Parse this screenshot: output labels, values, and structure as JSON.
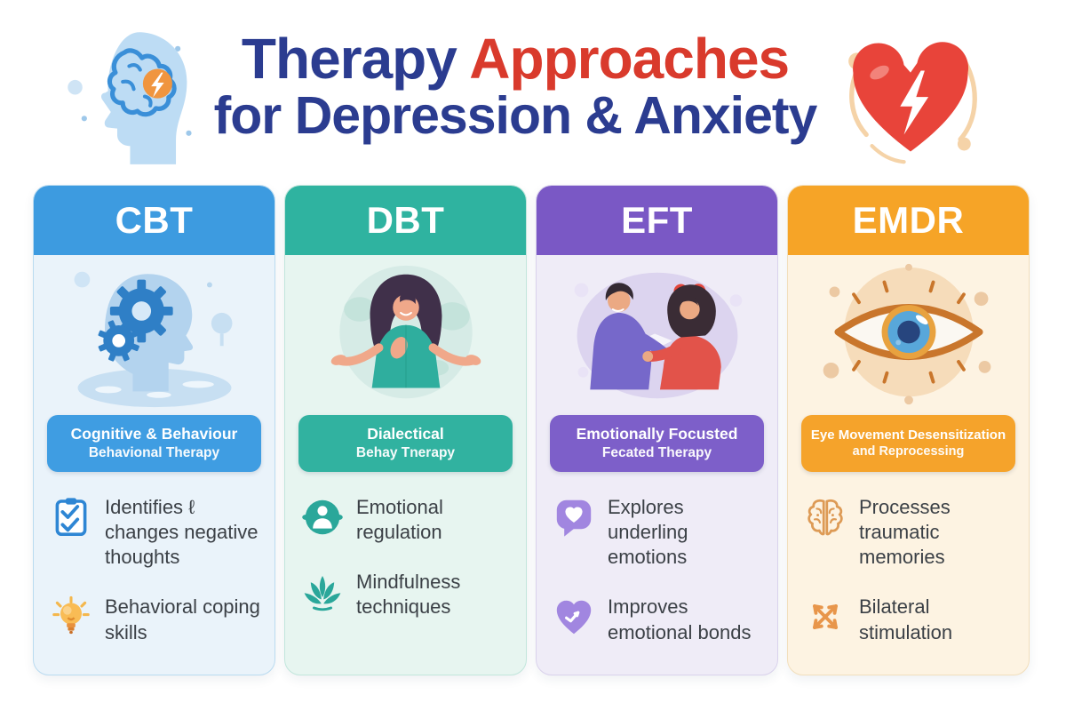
{
  "page": {
    "background": "#ffffff"
  },
  "header": {
    "title_part1": "Therapy",
    "title_part2": "Approaches",
    "subtitle_part1": "for",
    "subtitle_part2": "Depression & Anxiety",
    "title_color": "#2b3c90",
    "accent_color": "#d93a2c",
    "left_icon": "head-brain-icon",
    "right_icon": "heart-bolt-icon"
  },
  "columns": [
    {
      "id": "cbt",
      "abbr": "CBT",
      "colors": {
        "header": "#3d9be0",
        "body": "#eaf3fa",
        "border": "#badbf0",
        "badge": "#3f9de2"
      },
      "illustration": "head-with-gears",
      "badge": {
        "line1": "Cognitive & Behaviour",
        "line2": "Behavional Therapy"
      },
      "bullets": [
        {
          "icon": "checklist-icon",
          "text": "Identifies ℓ changes negative thoughts"
        },
        {
          "icon": "lightbulb-icon",
          "text": "Behavioral coping skills"
        }
      ]
    },
    {
      "id": "dbt",
      "abbr": "DBT",
      "colors": {
        "header": "#2fb3a0",
        "body": "#e7f5f0",
        "border": "#c2e6dc",
        "badge": "#31b2a0"
      },
      "illustration": "meditating-woman",
      "badge": {
        "line1": "Dialectical",
        "line2": "Behay Tnerapy"
      },
      "bullets": [
        {
          "icon": "person-circle-icon",
          "text": "Emotional regulation"
        },
        {
          "icon": "lotus-icon",
          "text": "Mindfulness techniques"
        }
      ]
    },
    {
      "id": "eft",
      "abbr": "EFT",
      "colors": {
        "header": "#7a58c5",
        "body": "#efecf7",
        "border": "#d9d2ec",
        "badge": "#7d5fc9"
      },
      "illustration": "couple-with-heart",
      "badge": {
        "line1": "Emotionally Focusted",
        "line2": "Fecated Therapy"
      },
      "bullets": [
        {
          "icon": "chat-heart-icon",
          "text": "Explores underling emotions"
        },
        {
          "icon": "heart-bond-icon",
          "text": "Improves emotional bonds"
        }
      ]
    },
    {
      "id": "emdr",
      "abbr": "EMDR",
      "colors": {
        "header": "#f6a427",
        "body": "#fdf3e2",
        "border": "#f2dfbc",
        "badge": "#f5a32b"
      },
      "illustration": "eye",
      "badge": {
        "line1": "Eye Movement Desensitization",
        "line2": "and Reprocessing"
      },
      "bullets": [
        {
          "icon": "brain-icon",
          "text": "Processes traumatic memories"
        },
        {
          "icon": "crossed-arrows-icon",
          "text": "Bilateral stimulation"
        }
      ]
    }
  ]
}
